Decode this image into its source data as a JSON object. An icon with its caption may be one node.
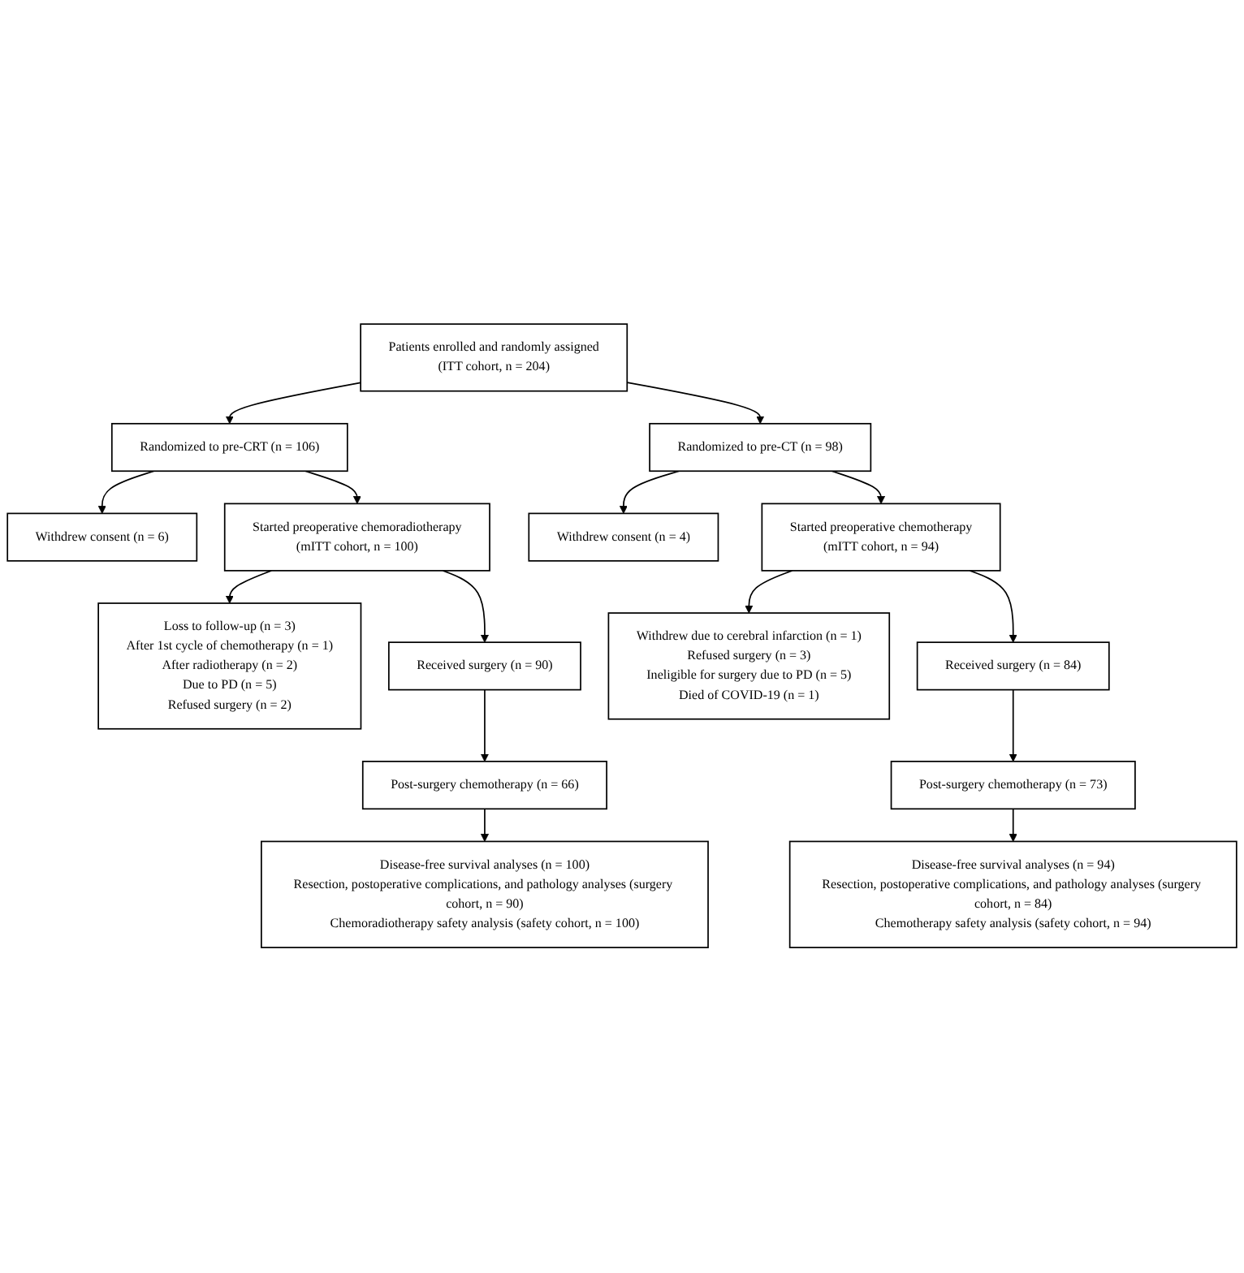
{
  "diagram": {
    "nodes": [
      {
        "text": [
          "Patients enrolled and randomly assigned",
          "(ITT cohort, n = 204)"
        ]
      },
      {
        "text": [
          "Randomized to pre-CRT (n = 106)"
        ]
      },
      {
        "text": [
          "Randomized to pre-CT (n = 98)"
        ]
      },
      {
        "text": [
          "Withdrew consent (n = 6)"
        ]
      },
      {
        "text": [
          "Withdrew consent (n = 4)"
        ]
      },
      {
        "text": [
          "Started preoperative chemoradiotherapy",
          "(mITT cohort, n = 100)"
        ]
      },
      {
        "text": [
          "Started preoperative chemotherapy",
          "(mITT cohort, n = 94)"
        ]
      },
      {
        "text": [
          "Loss to follow-up (n = 3)",
          "After 1st cycle of chemotherapy (n = 1)",
          "After radiotherapy (n = 2)",
          "Due to PD (n = 5)",
          "Refused surgery (n = 2)"
        ]
      },
      {
        "text": [
          "Withdrew due to cerebral infarction (n = 1)",
          "Refused surgery (n = 3)",
          "Ineligible for surgery due to PD (n = 5)",
          "Died of COVID-19 (n = 1)"
        ]
      },
      {
        "text": [
          "Received surgery (n = 90)"
        ]
      },
      {
        "text": [
          "Received surgery (n = 84)"
        ]
      },
      {
        "text": [
          "Post-surgery chemotherapy (n = 66)"
        ]
      },
      {
        "text": [
          "Post-surgery chemotherapy (n = 73)"
        ]
      },
      {
        "text": [
          "Disease-free survival analyses (n = 100)",
          "Resection, postoperative complications, and pathology analyses (surgery cohort, n = 90)",
          "Chemoradiotherapy safety analysis (safety cohort, n = 100)"
        ]
      },
      {
        "text": [
          "Disease-free survival analyses (n = 94)",
          "Resection, postoperative complications, and pathology analyses (surgery cohort, n = 84)",
          "Chemotherapy safety analysis (safety cohort, n = 94)"
        ]
      }
    ],
    "edges": [
      {
        "from": 0,
        "to": 1,
        "arrow": "to"
      },
      {
        "from": 0,
        "to": 2,
        "arrow": "to"
      },
      {
        "from": 1,
        "to": 3,
        "arrow": "to"
      },
      {
        "from": 1,
        "to": 5,
        "arrow": "to"
      },
      {
        "from": 2,
        "to": 4,
        "arrow": "to"
      },
      {
        "from": 2,
        "to": 6,
        "arrow": "to"
      },
      {
        "from": 5,
        "to": 7,
        "arrow": "to"
      },
      {
        "from": 5,
        "to": 9,
        "arrow": "to"
      },
      {
        "from": 6,
        "to": 8,
        "arrow": "to"
      },
      {
        "from": 6,
        "to": 10,
        "arrow": "to"
      },
      {
        "from": 9,
        "to": 11,
        "arrow": "to"
      },
      {
        "from": 10,
        "to": 12,
        "arrow": "to"
      },
      {
        "from": 11,
        "to": 13,
        "arrow": "to"
      },
      {
        "from": 12,
        "to": 14,
        "arrow": "to"
      }
    ]
  }
}
